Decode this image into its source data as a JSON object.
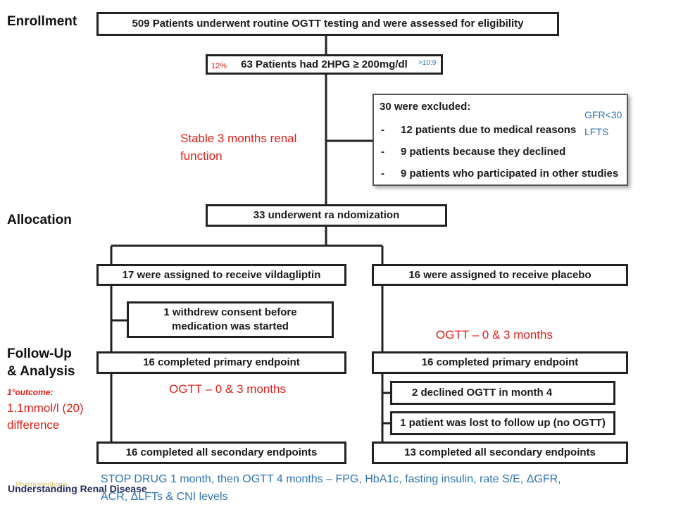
{
  "sections": {
    "enrollment": "Enrollment",
    "allocation": "Allocation",
    "followup_line1": "Follow-Up",
    "followup_line2": "& Analysis"
  },
  "boxes": {
    "screened": "509 Patients underwent routine OGTT testing and were assessed for eligibility",
    "hpg": "63 Patients had 2HPG ≥ 200mg/dl",
    "randomized": "33 underwent ra ndomization",
    "vilda_assigned": "17 were assigned to receive vildagliptin",
    "placebo_assigned": "16 were assigned to receive placebo",
    "withdrew": "1 withdrew consent before medication was started",
    "vilda_primary": "16 completed primary endpoint",
    "placebo_primary": "16 completed primary endpoint",
    "declined": "2 declined OGTT in month 4",
    "lost": "1 patient was lost to follow up (no OGTT)",
    "vilda_secondary": "16 completed all secondary endpoints",
    "placebo_secondary": "13 completed all secondary endpoints"
  },
  "exclusion": {
    "header": "30 were excluded:",
    "items": [
      "12 patients due to medical reasons",
      "9 patients because they declined",
      "9 patients who participated in other studies"
    ]
  },
  "annotations": {
    "pct": "12%",
    "ratio": ">10:9",
    "gfr": "GFR<30",
    "lfts": "LFTS",
    "stable_line1": "Stable 3 months renal",
    "stable_line2": "function",
    "ogtt_right": "OGTT – 0 & 3 months",
    "ogtt_left": "OGTT – 0 & 3 months",
    "outcome_label": "1°outcome:",
    "outcome_value": "1.1mmol/l (20)",
    "outcome_diff": "difference",
    "footer_line1": "STOP DRUG 1 month, then OGTT 4 months – FPG, HbA1c, fasting insulin, rate S/E, ΔGFR,",
    "footer_line2": "ACR, ΔLFTs & CNI levels"
  },
  "logo": {
    "text": "Understanding Renal Disease",
    "overlay": "Pharmaceuticals"
  },
  "colors": {
    "annotation_red": "#e0201b",
    "annotation_blue": "#2f74b5",
    "box_border": "#222222",
    "logo_navy": "#1f2a5a"
  }
}
